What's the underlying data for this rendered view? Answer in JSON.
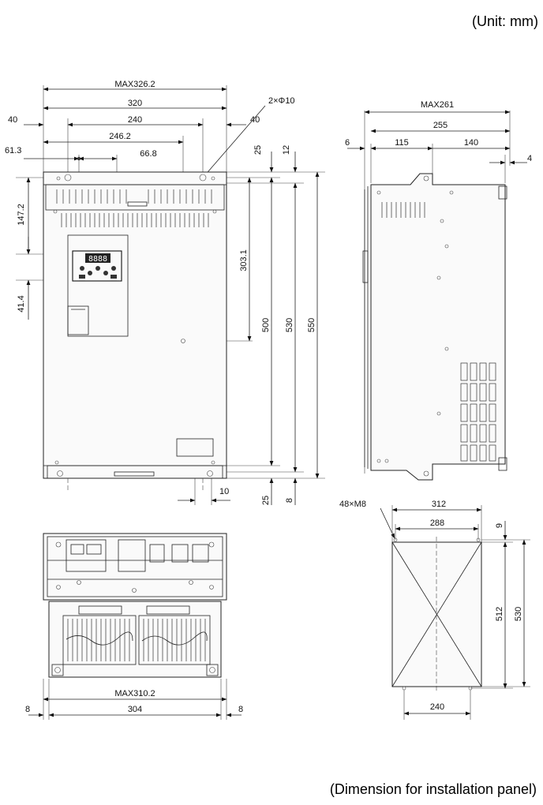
{
  "unit_label": "(Unit: mm)",
  "caption": "(Dimension for installation panel)",
  "front": {
    "max_width": "MAX326.2",
    "width": "320",
    "mount_pitch": "240",
    "offset_246": "246.2",
    "offset_66": "66.8",
    "side_40_left": "40",
    "side_40_right": "40",
    "left_61": "61.3",
    "holes": "2×Φ10",
    "h147": "147.2",
    "h41": "41.4",
    "h303": "303.1",
    "h500": "500",
    "h530": "530",
    "h550": "550",
    "top25": "25",
    "top12": "12",
    "bot25": "25",
    "bot8": "8",
    "bot10": "10",
    "keypad_digits": "8888"
  },
  "side": {
    "max_depth": "MAX261",
    "depth": "255",
    "d6": "6",
    "d115": "115",
    "d140": "140",
    "d4": "4"
  },
  "bottom": {
    "max_width": "MAX310.2",
    "width": "304",
    "left8": "8",
    "right8": "8"
  },
  "panel": {
    "screws": "48×M8",
    "w312": "312",
    "w288": "288",
    "w240": "240",
    "h9": "9",
    "h512": "512",
    "h530": "530"
  }
}
